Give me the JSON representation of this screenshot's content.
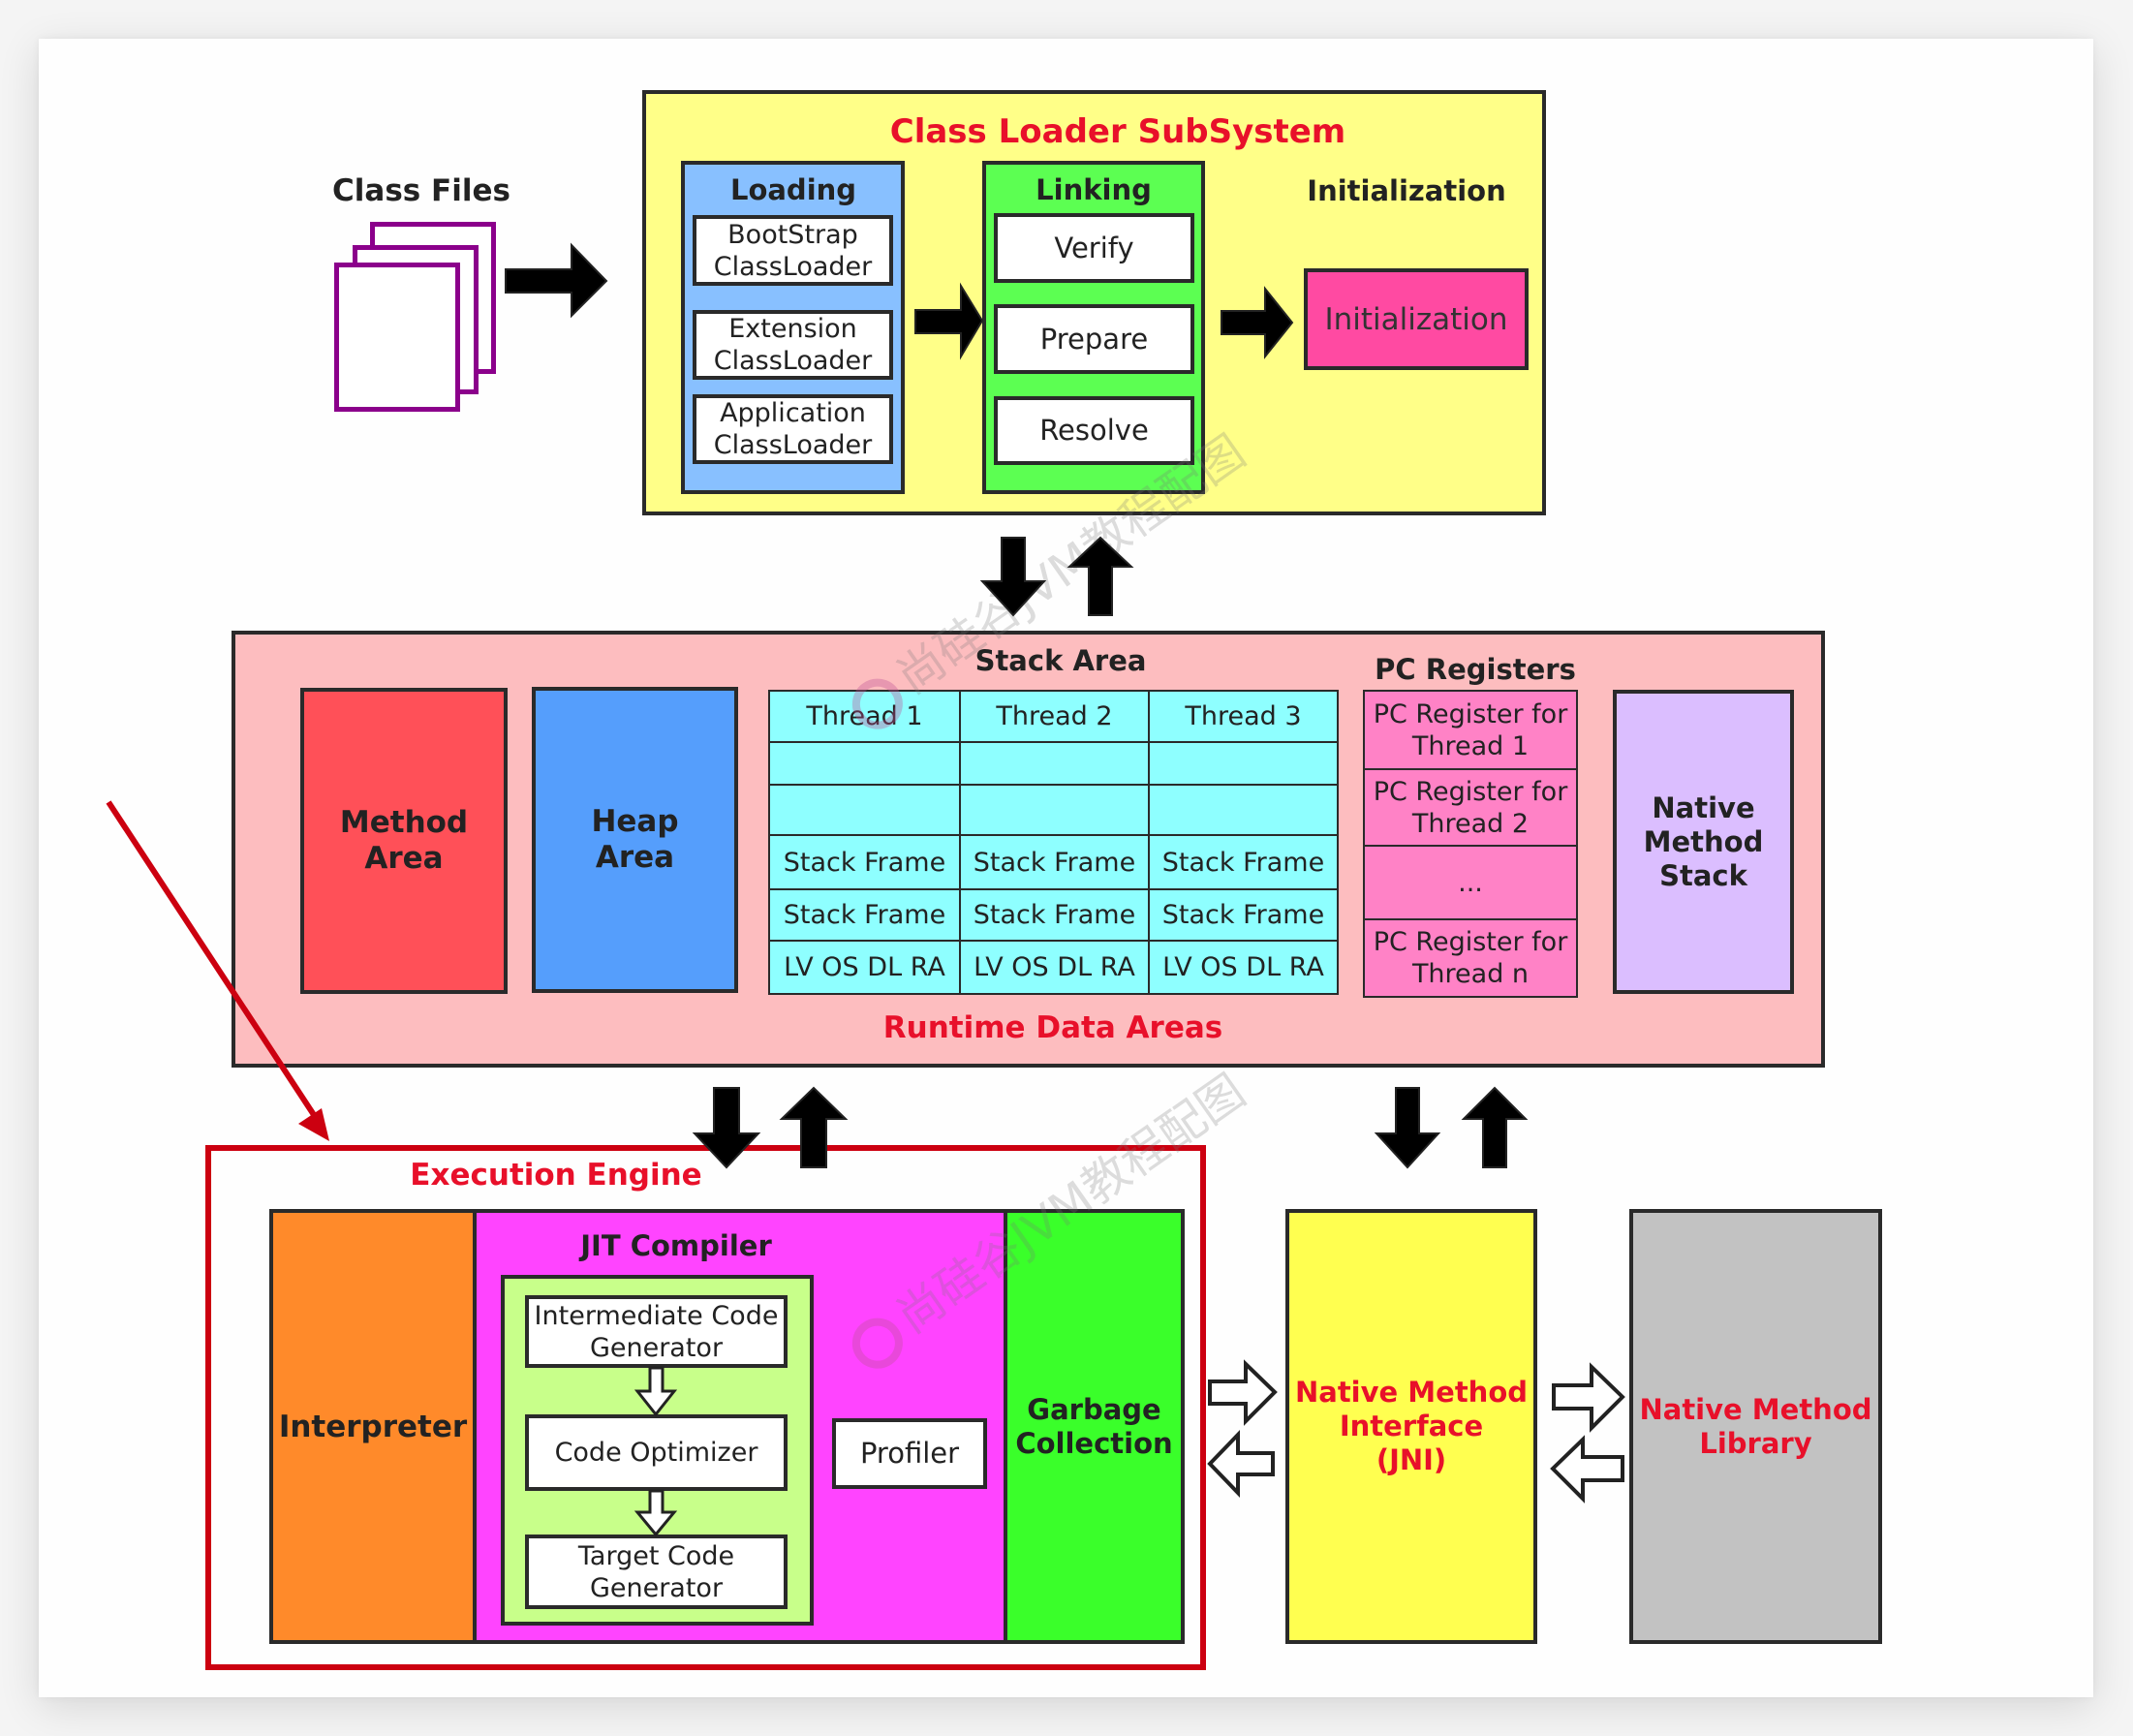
{
  "class_files": {
    "label": "Class Files"
  },
  "class_loader": {
    "title": "Class Loader SubSystem",
    "loading": {
      "label": "Loading",
      "items": [
        [
          "BootStrap",
          "ClassLoader"
        ],
        [
          "Extension",
          "ClassLoader"
        ],
        [
          "Application",
          "ClassLoader"
        ]
      ]
    },
    "linking": {
      "label": "Linking",
      "items": [
        "Verify",
        "Prepare",
        "Resolve"
      ]
    },
    "initialization": {
      "label": "Initialization",
      "box": "Initialization"
    }
  },
  "runtime": {
    "title": "Runtime Data Areas",
    "method_area": [
      "Method",
      "Area"
    ],
    "heap_area": [
      "Heap",
      "Area"
    ],
    "stack_area": {
      "label": "Stack Area",
      "columns": [
        "Thread 1",
        "Thread 2",
        "Thread 3"
      ],
      "rows": [
        [
          "Thread 1",
          "Thread 2",
          "Thread 3"
        ],
        [
          "",
          "",
          ""
        ],
        [
          "",
          "",
          ""
        ],
        [
          "Stack Frame",
          "Stack Frame",
          "Stack Frame"
        ],
        [
          "Stack Frame",
          "Stack Frame",
          "Stack Frame"
        ],
        [
          "LV OS DL RA",
          "LV OS DL RA",
          "LV OS DL RA"
        ]
      ]
    },
    "pc_registers": {
      "label": "PC Registers",
      "items": [
        [
          "PC Register for",
          "Thread 1"
        ],
        [
          "PC Register for",
          "Thread 2"
        ],
        [
          "...",
          ""
        ],
        [
          "PC Register for",
          "Thread n"
        ]
      ]
    },
    "native_method_stack": [
      "Native",
      "Method",
      "Stack"
    ]
  },
  "execution_engine": {
    "title": "Execution Engine",
    "interpreter": "Interpreter",
    "jit": {
      "label": "JIT Compiler",
      "steps": [
        [
          "Intermediate Code",
          "Generator"
        ],
        [
          "Code Optimizer",
          ""
        ],
        [
          "Target Code",
          "Generator"
        ]
      ],
      "profiler": "Profiler"
    },
    "gc": [
      "Garbage",
      "Collection"
    ]
  },
  "jni": [
    "Native Method",
    "Interface",
    "(JNI)"
  ],
  "native_library": [
    "Native Method",
    "Library"
  ],
  "watermark": "尚硅谷JVM教程配图",
  "colors": {
    "class_loader_bg": "#ffff88",
    "loading_bg": "#88c0ff",
    "linking_bg": "#5cff52",
    "init_bg": "#ff4aa2",
    "runtime_bg": "#fdbdbf",
    "method_area_bg": "#ff5058",
    "heap_bg": "#559efc",
    "stack_cell_bg": "#8effff",
    "pc_bg": "#ff82c6",
    "native_stack_bg": "#dbbeff",
    "interpreter_bg": "#ff8a2a",
    "jit_bg": "#ff44ff",
    "jit_inner_bg": "#c8ff8a",
    "gc_bg": "#3aff2a",
    "jni_bg": "#ffff50",
    "native_lib_bg": "#c2c2c2",
    "highlight_red": "#cc0010",
    "title_red": "#e8102a",
    "class_file_purple": "#8b008b"
  }
}
